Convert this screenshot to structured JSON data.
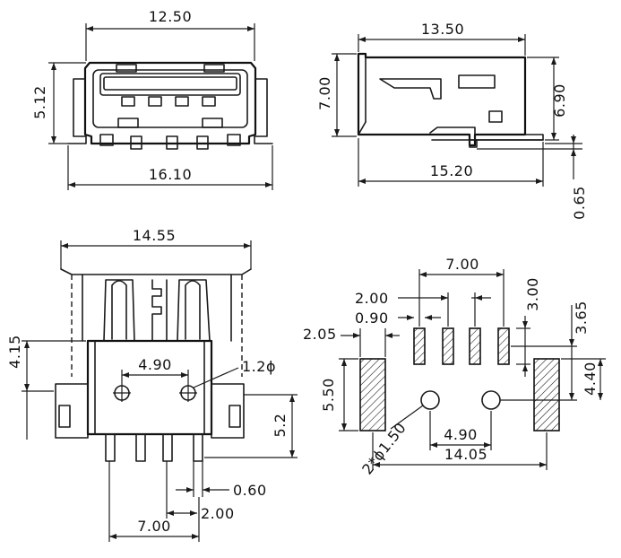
{
  "front_view": {
    "width_top": "12.50",
    "height_left": "5.12",
    "width_bottom": "16.10"
  },
  "side_view": {
    "width_top": "13.50",
    "height_left": "7.00",
    "height_right": "6.90",
    "width_bottom": "15.20",
    "offset_right": "0.65"
  },
  "bottom_view": {
    "width_top": "14.55",
    "height_left": "4.15",
    "hole_pitch": "4.90",
    "hole_dia": "1.2ϕ",
    "height_right": "5.2",
    "pin_width": "0.60",
    "pin_pitch": "2.00",
    "pin_span": "7.00"
  },
  "footprint": {
    "pad_span": "7.00",
    "pad_pitch": "2.00",
    "pad_width": "0.90",
    "pad_len": "3.00",
    "row_offset": "3.65",
    "mount_pad_width": "2.05",
    "mount_pad_len": "5.50",
    "mount_offset": "4.40",
    "hole_pitch": "4.90",
    "hole_dia": "2*ϕ1.50",
    "mount_span": "14.05"
  }
}
